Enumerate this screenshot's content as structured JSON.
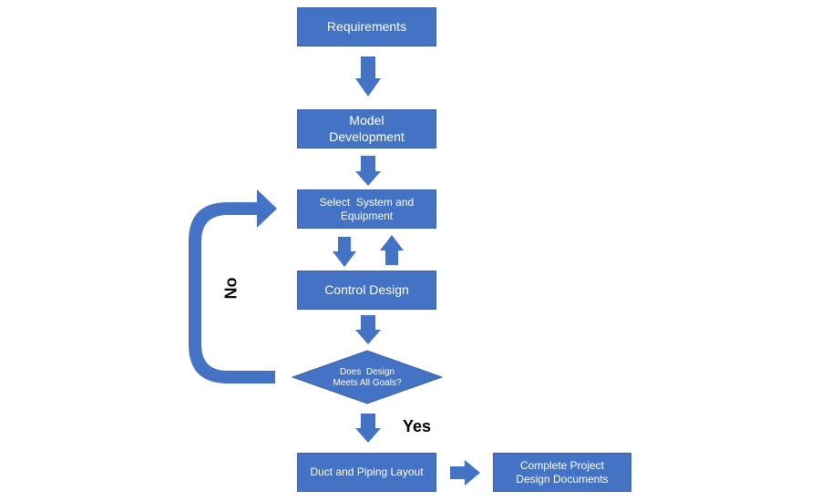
{
  "nodes": {
    "requirements": "Requirements",
    "model_development": "Model Development",
    "select_system": "Select  System and Equipment",
    "control_design": "Control Design",
    "decision": "Does  Design Meets All Goals?",
    "duct_piping": "Duct and Piping Layout",
    "complete_project": "Complete Project Design Documents"
  },
  "labels": {
    "no": "No",
    "yes": "Yes"
  },
  "colors": {
    "shape_fill": "#4472C4",
    "text": "#FFFFFF",
    "label_text": "#000000"
  }
}
